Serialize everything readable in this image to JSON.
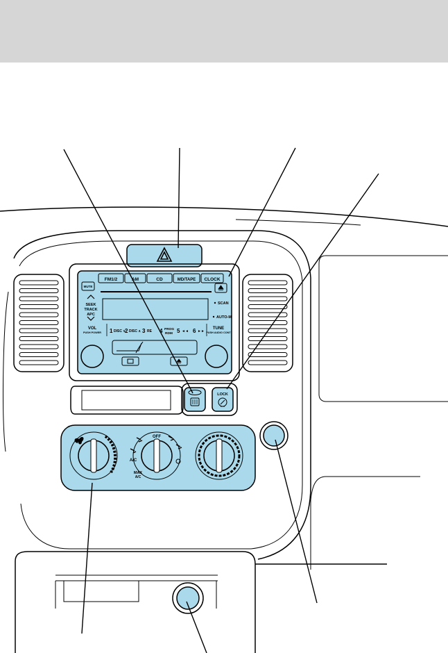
{
  "colors": {
    "highlight": "#a9d9ea",
    "header_band": "#d6d6d6",
    "line": "#000000"
  },
  "icons": {
    "hazard": "warning-triangle-icon",
    "rear_defrost": "rear-defrost-icon",
    "fan": "fan-icon",
    "eject": "eject-icon"
  },
  "radio": {
    "presets_top": [
      "FM1/2",
      "AM",
      "CD",
      "MD/TAPE",
      "CLOCK"
    ],
    "mute": "MUTE",
    "seek_label": "SEEK",
    "track_label": "TRACK",
    "apc_label": "APC",
    "scan": "SCAN",
    "auto_m": "AUTO-M",
    "vol": "VOL",
    "vol_sub": "PUSH POWER",
    "tune": "TUNE",
    "tune_sub": "PUSH AUDIO CONT",
    "presets_bottom": [
      {
        "num": "1",
        "text": "DISC ∨"
      },
      {
        "num": "2",
        "text": "DISC ∧"
      },
      {
        "num": "3",
        "text": "RE"
      },
      {
        "num": "4",
        "text": "PROG RDM"
      },
      {
        "num": "5",
        "text": "◄◄"
      },
      {
        "num": "6",
        "text": "►►"
      }
    ]
  },
  "lock_switch": {
    "label": "LOCK"
  },
  "climate": {
    "off_label": "OFF",
    "ac_label": "A/C",
    "max_label": "MAX",
    "max_sub": "A/C"
  }
}
